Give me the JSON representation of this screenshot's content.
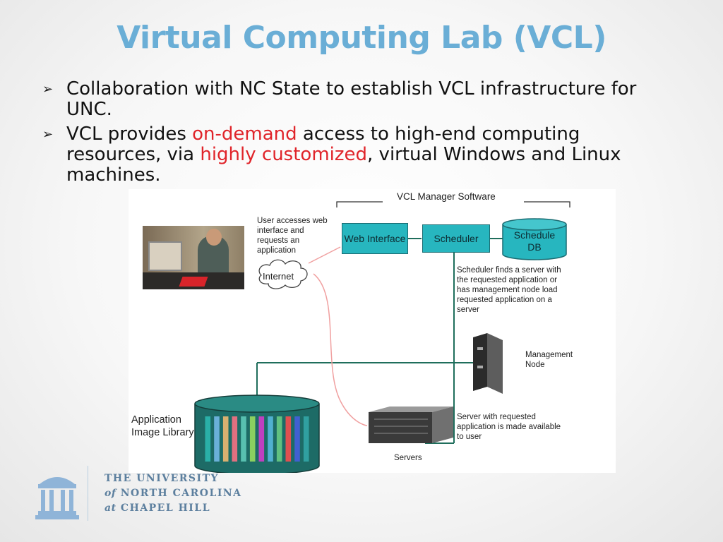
{
  "slide": {
    "title": "Virtual Computing Lab (VCL)",
    "bullets": [
      {
        "text": "Collaboration with NC State to establish VCL infrastructure for UNC."
      },
      {
        "part1": "VCL provides ",
        "hl1": "on-demand",
        "part2": " access to high-end computing resources, via ",
        "hl2": "highly customized",
        "part3": ", virtual Windows and Linux machines."
      }
    ],
    "bullet_marker": "➢",
    "highlight_color": "#e0242a",
    "title_color": "#6aaed6"
  },
  "diagram": {
    "manager_label": "VCL Manager Software",
    "user_note": "User accesses web interface and requests an application",
    "internet_label": "Internet",
    "web_interface_label": "Web Interface",
    "scheduler_label": "Scheduler",
    "schedule_db_label": "Schedule DB",
    "scheduler_note": "Scheduler finds a server with the requested application or has management node load requested application on a server",
    "management_node_label": "Management Node",
    "library_label": "Application Image Library",
    "server_note": "Server with requested application is made available to user",
    "servers_label": "Servers",
    "box_color": "#27b6bf",
    "line_color": "#1f6e5c",
    "internet_link_color": "#f0a0a0",
    "library_stripe_colors": [
      "#2ab0a8",
      "#6ab0d8",
      "#d8b070",
      "#e07080",
      "#58c0b0",
      "#8ad060",
      "#c040c0",
      "#50b0d0",
      "#60c080",
      "#e05050",
      "#4060d0",
      "#30a0a0"
    ]
  },
  "footer": {
    "line1": "THE UNIVERSITY",
    "line2_prefix": "of",
    "line2": "NORTH CAROLINA",
    "line3_prefix": "at",
    "line3": "CHAPEL HILL",
    "color": "#5c7f9e"
  }
}
